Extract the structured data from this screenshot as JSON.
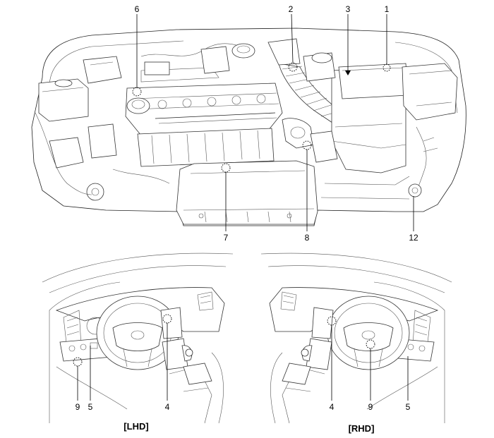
{
  "engine_labels": {
    "l1": "1",
    "l2": "2",
    "l3": "3",
    "l6": "6",
    "l7": "7",
    "l8": "8",
    "l12": "12"
  },
  "lhd": {
    "caption": "[LHD]",
    "l9": "9",
    "l5": "5",
    "l4": "4"
  },
  "rhd": {
    "caption": "[RHD]",
    "l4": "4",
    "l9": "9",
    "l5": "5"
  }
}
